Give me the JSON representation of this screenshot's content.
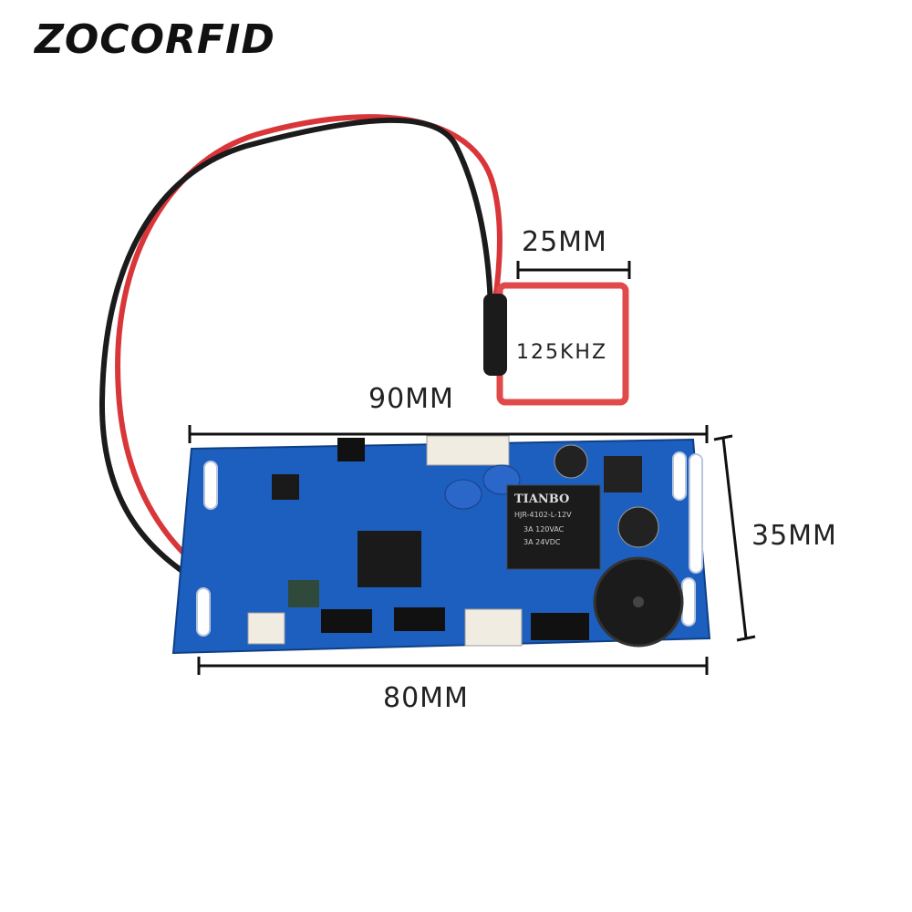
{
  "brand": {
    "name": "ZOCORFID"
  },
  "dimensions": {
    "coil_width": "25MM",
    "board_length_top": "90MM",
    "board_height": "35MM",
    "board_length_bottom": "80MM"
  },
  "coil": {
    "frequency": "125KHZ"
  },
  "relay": {
    "brand": "TIANBO",
    "model": "HJR-4102-L-12V",
    "rating_ac": "3A 120VAC",
    "rating_dc": "3A 24VDC"
  },
  "colors": {
    "pcb": "#1d5fbf",
    "pcb_dark": "#174d9c",
    "wire_red": "#d9363a",
    "wire_black": "#1b1b1b",
    "coil": "#e04a4a"
  }
}
